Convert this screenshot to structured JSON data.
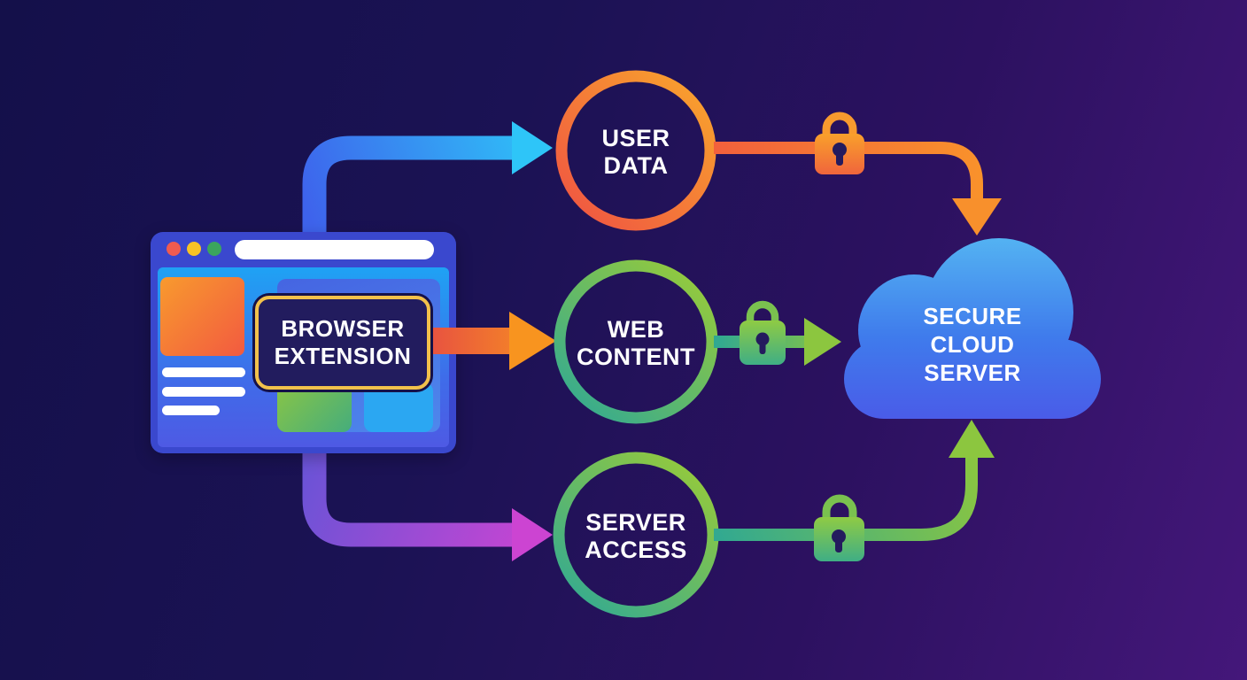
{
  "browser": {
    "window": "browser-window",
    "traffic_lights": [
      "red",
      "yellow",
      "green"
    ],
    "extension_badge": {
      "lines": [
        "BROWSER",
        "EXTENSION"
      ],
      "border_color": "#F2C14B"
    }
  },
  "nodes": {
    "user_data": {
      "lines": [
        "USER",
        "DATA"
      ],
      "ring_colors": [
        "#EF5243",
        "#F9A62C"
      ]
    },
    "web_content": {
      "lines": [
        "WEB",
        "CONTENT"
      ],
      "ring_colors": [
        "#2EA896",
        "#95CA3C"
      ]
    },
    "server_access": {
      "lines": [
        "SERVER",
        "ACCESS"
      ],
      "ring_colors": [
        "#2EA896",
        "#95CA3C"
      ]
    }
  },
  "cloud": {
    "lines": [
      "SECURE",
      "CLOUD",
      "SERVER"
    ],
    "colors": [
      "#54B4F2",
      "#4A5BE8"
    ]
  },
  "edges": [
    {
      "from": "browser-extension",
      "to": "user-data",
      "color": "blue-cyan",
      "lock": false
    },
    {
      "from": "browser-extension",
      "to": "web-content",
      "color": "orange",
      "lock": false
    },
    {
      "from": "browser-extension",
      "to": "server-access",
      "color": "purple",
      "lock": false
    },
    {
      "from": "user-data",
      "to": "secure-cloud-server",
      "color": "orange",
      "lock": true
    },
    {
      "from": "web-content",
      "to": "secure-cloud-server",
      "color": "green",
      "lock": true
    },
    {
      "from": "server-access",
      "to": "secure-cloud-server",
      "color": "green",
      "lock": true
    }
  ],
  "colors": {
    "background_left": "#14104A",
    "background_right": "#44177A",
    "arrow_blue": [
      "#3E63EC",
      "#2EC5F8"
    ],
    "arrow_orange": [
      "#E85340",
      "#F8941F"
    ],
    "arrow_purple": [
      "#6B53D6",
      "#CC44D2"
    ],
    "path_orange": [
      "#F2603C",
      "#F9922B"
    ],
    "path_green": [
      "#2FA893",
      "#8CC63F"
    ]
  }
}
